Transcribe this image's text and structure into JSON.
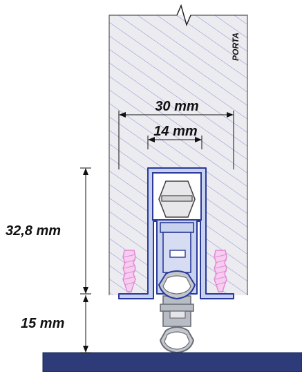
{
  "door": {
    "label": "PORTA"
  },
  "dimensions": {
    "total_width": "30 mm",
    "inner_width": "14 mm",
    "profile_height": "32,8 mm",
    "gap_height": "15 mm"
  },
  "colors": {
    "door_outline": "#555555",
    "hatch": "#8a8fd0",
    "profile": "#2a3a9a",
    "profile_fill": "#c8d2ee",
    "seal": "#6c6f76",
    "seal_fill": "#b8bcc4",
    "screw": "#e28ad6",
    "screw_fill": "#f6cdef",
    "floor": "#2d3b78",
    "dim_line": "#111111"
  }
}
